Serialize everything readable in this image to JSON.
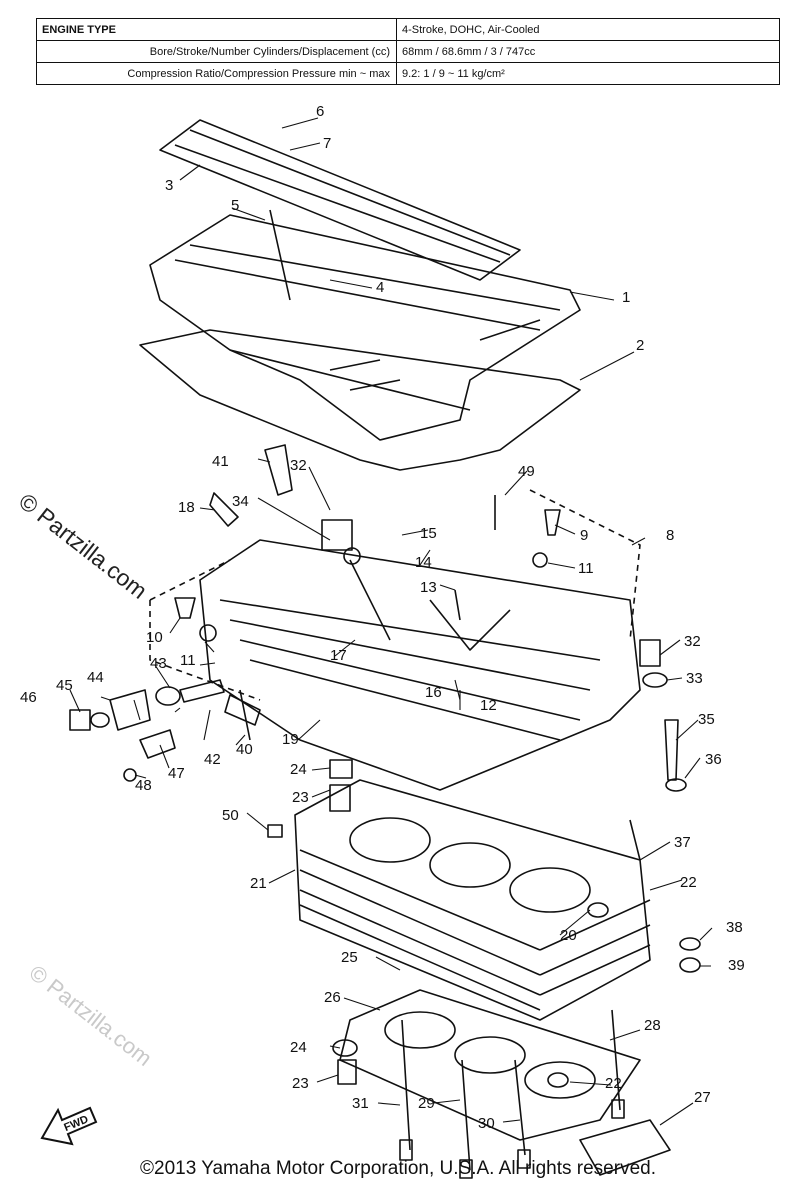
{
  "spec_table": {
    "rows": [
      {
        "label": "ENGINE TYPE",
        "value": "4-Stroke, DOHC, Air-Cooled"
      },
      {
        "label": "Bore/Stroke/Number Cylinders/Displacement (cc)",
        "value": "68mm / 68.6mm / 3 / 747cc"
      },
      {
        "label": "Compression Ratio/Compression Pressure min ~ max",
        "value": "9.2: 1 / 9 ~ 11 kg/cm²"
      }
    ]
  },
  "watermark": {
    "dark": "© Partzilla.com",
    "light": "© Partzilla.com"
  },
  "callouts": [
    "1",
    "2",
    "3",
    "4",
    "5",
    "6",
    "7",
    "8",
    "9",
    "10",
    "11",
    "11",
    "12",
    "13",
    "14",
    "15",
    "16",
    "17",
    "18",
    "19",
    "20",
    "21",
    "22",
    "22",
    "23",
    "23",
    "24",
    "24",
    "25",
    "26",
    "27",
    "28",
    "29",
    "30",
    "31",
    "32",
    "32",
    "33",
    "34",
    "35",
    "36",
    "37",
    "38",
    "39",
    "40",
    "41",
    "42",
    "43",
    "44",
    "45",
    "46",
    "47",
    "48",
    "49",
    "50"
  ],
  "fwd_label": "FWD",
  "copyright": "©2013 Yamaha Motor Corporation, U.S.A. All rights reserved."
}
